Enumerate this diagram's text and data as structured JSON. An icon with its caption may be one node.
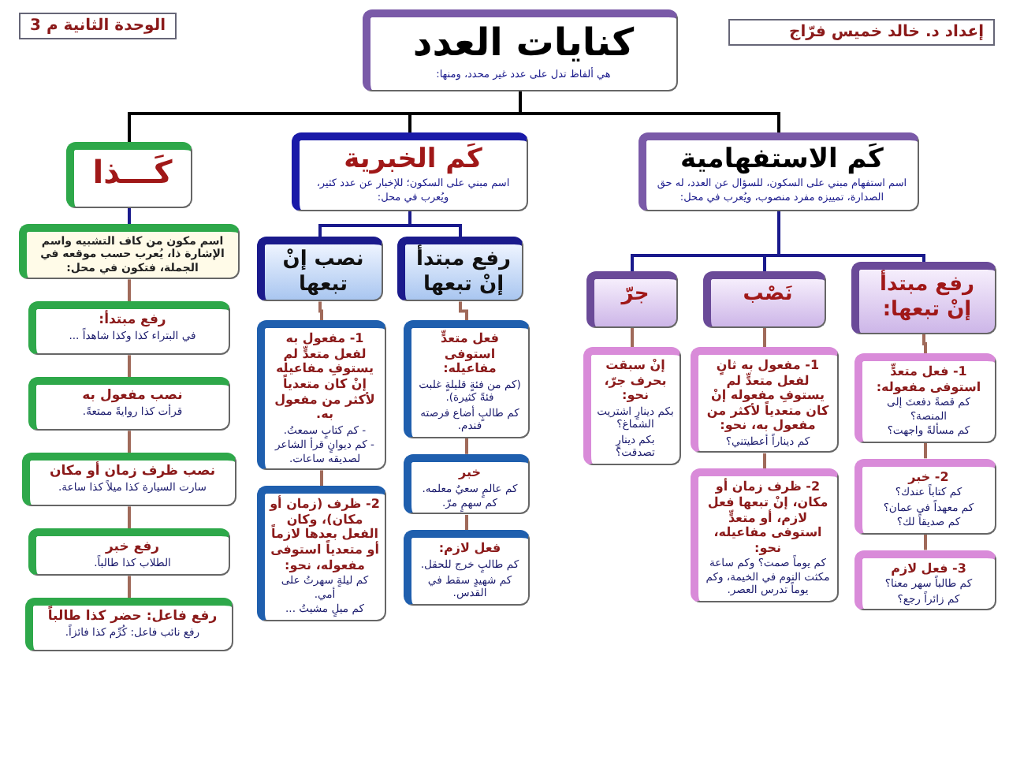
{
  "diagram": {
    "nodes": [
      {
        "text": [
          "كنايات العدد",
          "هي ألفاظ تدل على عدد غير محدد، ومنها:"
        ]
      },
      {
        "text": [
          "كَم الاستفهامية",
          "اسم استفهام مبني على السكون، للسؤال عن العدد، له حق الصدارة، تمييزه مفرد منصوب، ويُعرب في محل:"
        ]
      },
      {
        "text": [
          "كَم الخبرية",
          "اسم مبني على السكون؛ للإخبار عن عدد كثير، ويُعرب في محل:"
        ]
      },
      {
        "text": [
          "كَـــذا"
        ]
      },
      {
        "text": [
          "اسم مكون من كاف التشبيه واسم الإشارة ذا، يُعرب حسب موقعه في الجملة، فتكون في محل:"
        ]
      },
      {
        "text": [
          "رفع مبتدأ:",
          "في البتراء كذا وكذا شاهداً ..."
        ]
      },
      {
        "text": [
          "نصب مفعول به",
          "قرأت كذا روايةً ممتعةً."
        ]
      },
      {
        "text": [
          "نصب ظرف زمان أو مكان",
          "سارت السيارة كذا ميلاً كذا ساعة."
        ]
      },
      {
        "text": [
          "رفع خبر",
          "الطلاب كذا طالباً."
        ]
      },
      {
        "text": [
          "رفع فاعل: حضر كذا طالباً",
          "رفع نائب فاعل: كُرِّم كذا فائزاً."
        ]
      },
      {
        "text": [
          "نصب إنْ تبعها"
        ]
      },
      {
        "text": [
          "رفع مبتدأ إنْ تبعها"
        ]
      },
      {
        "text": [
          "1- مفعول به لفعل متعدٍّ لم يستوفِ مفاعيله إنْ كان متعدياً لأكثر من مفعول به.",
          "- كم كتابٍ سمعتُ.",
          "- كم ديوانٍ قرأ الشاعر لصديقه ساعات."
        ]
      },
      {
        "text": [
          "2- ظرف (زمان أو مكان)، وكان الفعل بعدها لازماً أو متعدياً استوفى مفعوله، نحو:",
          "كم ليلةٍ سهرتُ على أمي.",
          "كم ميلٍ مشيتُ ..."
        ]
      },
      {
        "text": [
          "فعل متعدٍّ استوفى مفاعيله:",
          "(كم من فئةٍ قليلةٍ غلبت فئةً كثيرة).",
          "كم طالبٍ أضاع فرصته فندم."
        ]
      },
      {
        "text": [
          "خبر",
          "كم عالمٍ سعيٌ معلمه.",
          "كم سهمٍ مرّ."
        ]
      },
      {
        "text": [
          "فعل لازم:",
          "كم طالبٍ خرج للحقل.",
          "كم شهيدٍ سقط في القدس."
        ]
      },
      {
        "text": [
          "جرّ"
        ]
      },
      {
        "text": [
          "نَصْب"
        ]
      },
      {
        "text": [
          "رفع مبتدأ إنْ تبعها:"
        ]
      },
      {
        "text": [
          "إنْ سبقت بحرف جرّ، نحو:",
          "بكم دينارٍ اشتريت الشماغ؟",
          "بكم دينارٍ تصدقت؟"
        ]
      },
      {
        "text": [
          "1- مفعول به ثانٍ لفعل متعدٍّ لم يستوفِ مفعوله إنْ كان متعدياً لأكثر من مفعول به، نحو:",
          "كم ديناراً أعطيتني؟"
        ]
      },
      {
        "text": [
          "2- ظرف زمان أو مكان، إنْ تبعها فعل لازم، أو متعدٍّ استوفى مفاعيله، نحو:",
          "كم يوماً صمت؟ وكم ساعة مكثت النوم في الخيمة، وكم يوماً تدرس العصر."
        ]
      },
      {
        "text": [
          "1- فعل متعدٍّ استوفى مفعوله:",
          "كم قصةً دفعتَ إلى المنصة؟",
          "كم مسألةً واجهت؟"
        ]
      },
      {
        "text": [
          "2- خبر",
          "كم كتاباً عندك؟",
          "كم معهداً في عمان؟",
          "كم صديقاً لك؟"
        ]
      },
      {
        "text": [
          "3- فعل لازم",
          "كم طالباً سهر معنا؟",
          "كم زائراً رجع؟"
        ]
      }
    ],
    "edges": [
      {
        "from": 0,
        "to": 1,
        "arrow": "none",
        "color": "#000000"
      },
      {
        "from": 0,
        "to": 2,
        "arrow": "none",
        "color": "#000000"
      },
      {
        "from": 0,
        "to": 3,
        "arrow": "none",
        "color": "#000000"
      },
      {
        "from": 1,
        "to": 17,
        "arrow": "none",
        "color": "#1a1a8c"
      },
      {
        "from": 1,
        "to": 18,
        "arrow": "none",
        "color": "#1a1a8c"
      },
      {
        "from": 1,
        "to": 19,
        "arrow": "none",
        "color": "#1a1a8c"
      },
      {
        "from": 2,
        "to": 10,
        "arrow": "none",
        "color": "#1a1a8c"
      },
      {
        "from": 2,
        "to": 11,
        "arrow": "none",
        "color": "#1a1a8c"
      },
      {
        "from": 3,
        "to": 4,
        "arrow": "none",
        "color": "#1a1a8c"
      },
      {
        "from": 4,
        "to": 5,
        "arrow": "none"
      },
      {
        "from": 5,
        "to": 6,
        "arrow": "none"
      },
      {
        "from": 6,
        "to": 7,
        "arrow": "none"
      },
      {
        "from": 7,
        "to": 8,
        "arrow": "none"
      },
      {
        "from": 8,
        "to": 9,
        "arrow": "none"
      },
      {
        "from": 10,
        "to": 12,
        "arrow": "none"
      },
      {
        "from": 12,
        "to": 13,
        "arrow": "none"
      },
      {
        "from": 11,
        "to": 14,
        "arrow": "none"
      },
      {
        "from": 14,
        "to": 15,
        "arrow": "none"
      },
      {
        "from": 15,
        "to": 16,
        "arrow": "none"
      },
      {
        "from": 17,
        "to": 20,
        "arrow": "none"
      },
      {
        "from": 18,
        "to": 21,
        "arrow": "none"
      },
      {
        "from": 21,
        "to": 22,
        "arrow": "none"
      },
      {
        "from": 19,
        "to": 23,
        "arrow": "none"
      },
      {
        "from": 23,
        "to": 24,
        "arrow": "none"
      },
      {
        "from": 24,
        "to": 25,
        "arrow": "none"
      }
    ],
    "labels": [
      "الوحدة الثانية م 3",
      "إعداد د. خالد خميس فرّاج"
    ]
  }
}
